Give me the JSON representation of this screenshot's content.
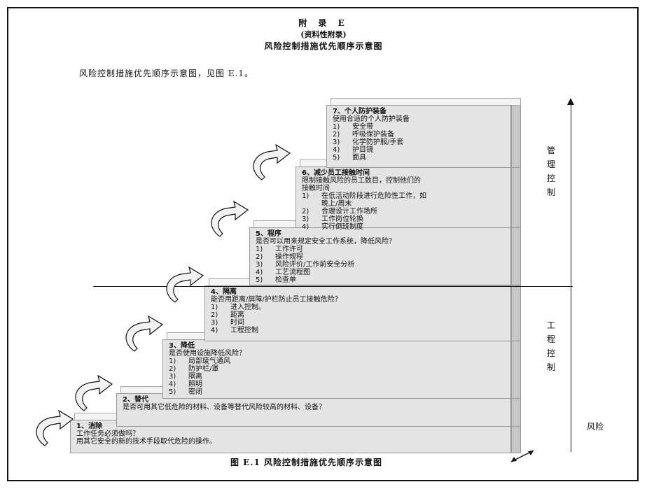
{
  "header": {
    "appendix": "附 录 E",
    "nature": "(资料性附录)",
    "title": "风险控制措施优先顺序示意图"
  },
  "intro": "风险控制措施优先顺序示意图，见图 E.1。",
  "steps": [
    {
      "title": "1、消除",
      "lines": [
        "工作任务必须做吗？",
        "用其它安全的新的技术手段取代危险的操作。"
      ],
      "items": []
    },
    {
      "title": "2、替代",
      "lines": [
        "是否可用其它低危险的材料、设备等替代风险较高的材料、设备？"
      ],
      "items": []
    },
    {
      "title": "3、降低",
      "lines": [
        "是否使用设施降低风险？"
      ],
      "items": [
        [
          "1)",
          "局部废气通风"
        ],
        [
          "2)",
          "防护栏/罩"
        ],
        [
          "3)",
          "隔离"
        ],
        [
          "4)",
          "照明"
        ],
        [
          "5)",
          "密闭"
        ]
      ]
    },
    {
      "title": "4、隔离",
      "lines": [
        "能否用距离/屏障/护栏防止员工接触危险？"
      ],
      "items": [
        [
          "1)",
          "进入控制。"
        ],
        [
          "2)",
          "距离"
        ],
        [
          "3)",
          "时间"
        ],
        [
          "4)",
          "工程控制"
        ]
      ]
    },
    {
      "title": "5、程序",
      "lines": [
        "是否可以用来规定安全工作系统，降低风险？"
      ],
      "items": [
        [
          "1)",
          "工作许可"
        ],
        [
          "2)",
          "操作规程"
        ],
        [
          "3)",
          "风险评价/工作前安全分析"
        ],
        [
          "4)",
          "工艺流程图"
        ],
        [
          "5)",
          "检查单"
        ]
      ]
    },
    {
      "title": "6、减少员工接触时间",
      "lines": [
        "限制接触风险的员工数目，控制他们的",
        "接触时间"
      ],
      "items": [
        [
          "1)",
          "在低活动阶段进行危险性工作，如"
        ],
        [
          "",
          "晚上/周末"
        ],
        [
          "2)",
          "合理设计工作场所"
        ],
        [
          "3)",
          "工作岗位轮换"
        ],
        [
          "4)",
          "实行倒班制度"
        ]
      ]
    },
    {
      "title": "7、个人防护装备",
      "lines": [
        "使用合适的个人防护装备"
      ],
      "items": [
        [
          "1)",
          "安全带"
        ],
        [
          "2)",
          "呼吸保护装备"
        ],
        [
          "3)",
          "化学防护服/手套"
        ],
        [
          "4)",
          "护目镜"
        ],
        [
          "5)",
          "面具"
        ]
      ]
    }
  ],
  "labels": {
    "management": "管理控制",
    "engineering": "工程控制",
    "risk": "风险"
  },
  "caption": "图 E.1   风险控制措施优先顺序示意图"
}
